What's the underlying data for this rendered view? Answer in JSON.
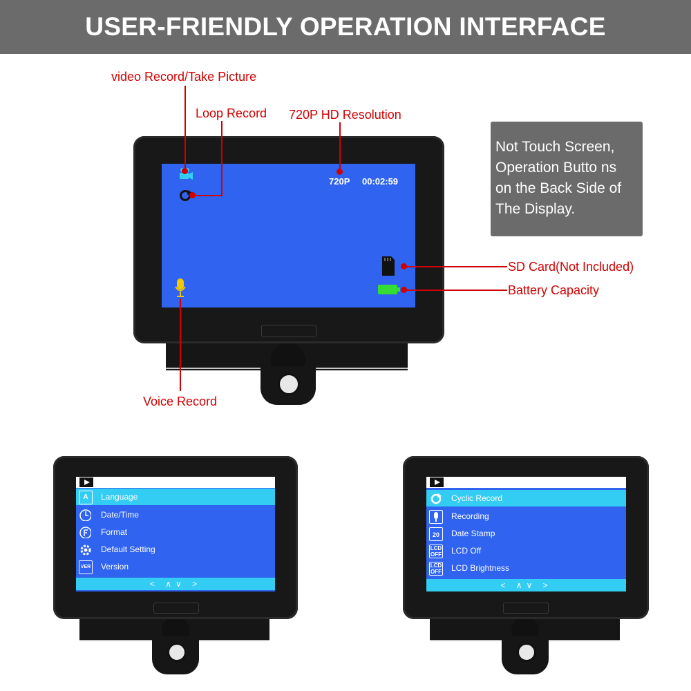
{
  "banner": {
    "title": "USER-FRIENDLY OPERATION INTERFACE"
  },
  "callouts": {
    "video_record": "video Record/Take Picture",
    "loop_record": "Loop Record",
    "resolution": "720P HD Resolution",
    "sd_card": "SD Card(Not Included)",
    "battery": "Battery Capacity",
    "voice_record": "Voice Record"
  },
  "note": {
    "lines": [
      "Not Touch Screen,",
      "Operation Butto ns",
      "on the Back Side of",
      "The Display."
    ]
  },
  "main_screen": {
    "resolution": "720P",
    "timer": "00:02:59"
  },
  "menu_left": {
    "items": [
      {
        "label": "Language",
        "icon": "language-icon",
        "selected": true
      },
      {
        "label": "Date/Time",
        "icon": "clock-icon"
      },
      {
        "label": "Format",
        "icon": "format-icon"
      },
      {
        "label": "Default Setting",
        "icon": "gear-icon"
      },
      {
        "label": "Version",
        "icon": "version-icon",
        "icon_text": "VER"
      }
    ],
    "footer": "< ∧∨ >"
  },
  "menu_right": {
    "items": [
      {
        "label": "Cyclic Record",
        "icon": "cyclic-icon",
        "selected": true
      },
      {
        "label": "Recording",
        "icon": "microphone-icon"
      },
      {
        "label": "Date Stamp",
        "icon": "calendar-icon",
        "icon_text": "20"
      },
      {
        "label": "LCD Off",
        "icon": "lcd-off-icon",
        "icon_text": "LCD OFF"
      },
      {
        "label": "LCD Brightness",
        "icon": "lcd-brightness-icon",
        "icon_text": "LCD OFF"
      }
    ],
    "footer": "< ∧∨ >"
  },
  "colors": {
    "screen": "#2f63f0",
    "highlight": "#33ccf2",
    "callout": "#d00000",
    "banner": "#6b6b6b"
  }
}
